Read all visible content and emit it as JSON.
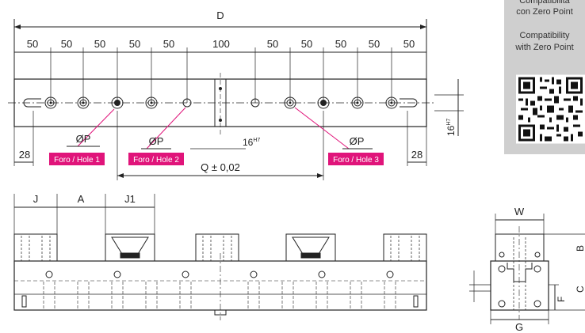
{
  "dimensions": {
    "overall": "D",
    "spacing": [
      "50",
      "50",
      "50",
      "50",
      "50",
      "100",
      "50",
      "50",
      "50",
      "50",
      "50"
    ],
    "edge_left": "28",
    "edge_right": "28",
    "slot_width": "16",
    "slot_tol": "H7",
    "slot_height": "16",
    "q_label": "Q ± 0,02",
    "phi_p": "ØP",
    "front": {
      "j": "J",
      "a": "A",
      "j1": "J1"
    },
    "side": {
      "w": "W",
      "g": "G",
      "f": "F",
      "b": "B",
      "c": "C"
    }
  },
  "hole_tags": [
    "Foro / Hole 1",
    "Foro / Hole 2",
    "Foro / Hole 3"
  ],
  "compat": {
    "it_line1": "Compatibilità",
    "it_line2": "con Zero Point",
    "en_line1": "Compatibility",
    "en_line2": "with Zero Point"
  },
  "colors": {
    "tag": "#e0147a",
    "line": "#222222",
    "panel": "#cfcfcf"
  }
}
